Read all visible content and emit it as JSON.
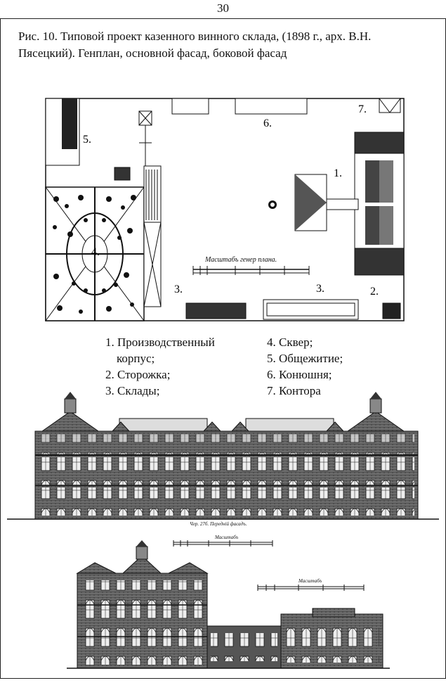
{
  "page_number": "30",
  "caption": "Рис. 10. Типовой проект казенного винного склада, (1898 г., арх. В.Н. Пясецкий). Генплан, основной фасад, боковой фасад",
  "plan": {
    "numbers": {
      "n1": "1.",
      "n2": "2.",
      "n3a": "3.",
      "n3b": "3.",
      "n4": "4.",
      "n5": "5.",
      "n6": "6.",
      "n7": "7."
    },
    "scale_label": "Масштабъ генер плана."
  },
  "legend": {
    "left": [
      {
        "line1": "1. Производственный",
        "line2": "корпус;"
      },
      {
        "line1": "2. Сторожка;"
      },
      {
        "line1": "3. Склады;"
      }
    ],
    "right": [
      "4. Сквер;",
      "5. Общежитие;",
      "6. Конюшня;",
      "7. Контора"
    ]
  },
  "facade": {
    "sheet_caption": "Чер. 27б. Передній фасадъ.",
    "scale_label": "Масштабъ"
  },
  "side_facade": {
    "scale_label": "Масштабъ"
  }
}
